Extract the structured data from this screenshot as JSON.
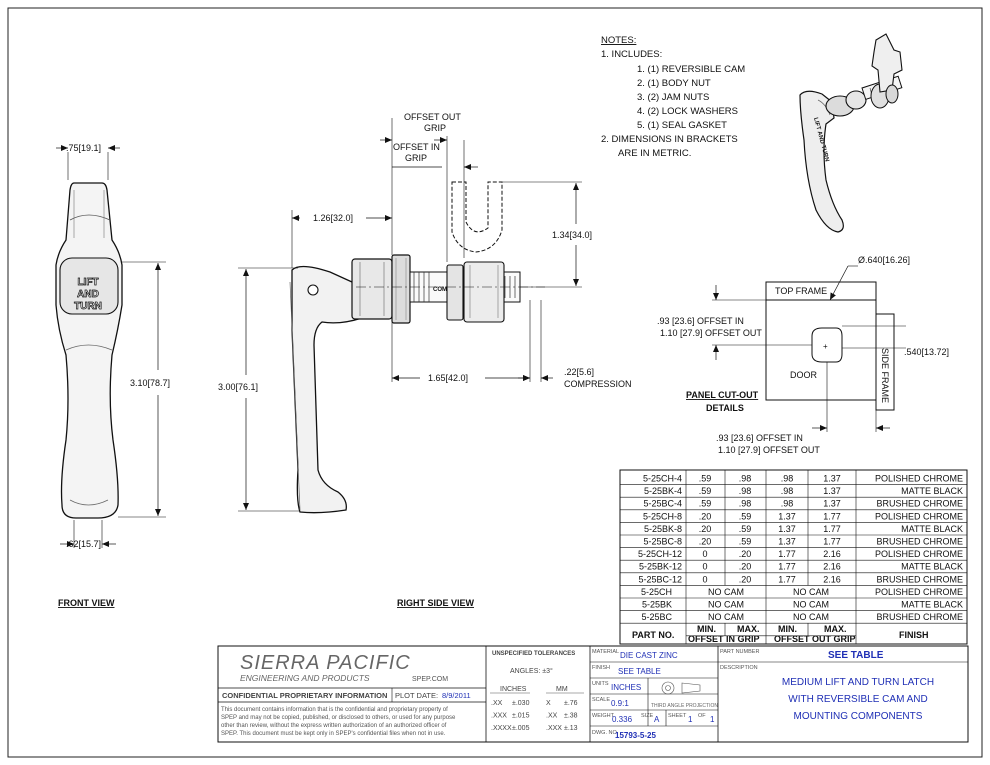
{
  "notes": {
    "title": "NOTES:",
    "item1": "1.  INCLUDES:",
    "sub": [
      "1.  (1) REVERSIBLE CAM",
      "2.  (1) BODY NUT",
      "3.  (2) JAM NUTS",
      "4.  (2) LOCK WASHERS",
      "5.  (1) SEAL GASKET"
    ],
    "item2a": "2.  DIMENSIONS IN BRACKETS",
    "item2b": "ARE IN METRIC."
  },
  "front_view": {
    "label": "FRONT VIEW",
    "dim_top": ".75[19.1]",
    "dim_height": "3.10[78.7]",
    "dim_bottom": ".62[15.7]",
    "engraving": [
      "LIFT",
      "AND",
      "TURN"
    ]
  },
  "side_view": {
    "label": "RIGHT SIDE VIEW",
    "offset_out": [
      "OFFSET OUT",
      "GRIP"
    ],
    "offset_in": [
      "OFFSET IN",
      "GRIP"
    ],
    "dim_126": "1.26[32.0]",
    "dim_134": "1.34[34.0]",
    "dim_300": "3.00[76.1]",
    "dim_165": "1.65[42.0]",
    "dim_22": ".22[5.6]",
    "compression": "COMPRESSION",
    "com": "COM"
  },
  "cutout": {
    "dia": "Ø.640[16.26]",
    "top_frame": "TOP FRAME",
    "side_frame": "SIDE FRAME",
    "door": "DOOR",
    "offset_left": [
      ".93 [23.6] OFFSET IN",
      "1.10 [27.9] OFFSET OUT"
    ],
    "dim_540": ".540[13.72]",
    "title": "PANEL CUT-OUT",
    "details": "DETAILS",
    "offset_bottom": [
      ".93 [23.6] OFFSET IN",
      "1.10 [27.9] OFFSET OUT"
    ]
  },
  "iso_engraving": "LIFT AND TURN",
  "parts_table": {
    "rows": [
      [
        "5-25CH-4",
        ".59",
        ".98",
        ".98",
        "1.37",
        "POLISHED CHROME"
      ],
      [
        "5-25BK-4",
        ".59",
        ".98",
        ".98",
        "1.37",
        "MATTE BLACK"
      ],
      [
        "5-25BC-4",
        ".59",
        ".98",
        ".98",
        "1.37",
        "BRUSHED CHROME"
      ],
      [
        "5-25CH-8",
        ".20",
        ".59",
        "1.37",
        "1.77",
        "POLISHED CHROME"
      ],
      [
        "5-25BK-8",
        ".20",
        ".59",
        "1.37",
        "1.77",
        "MATTE BLACK"
      ],
      [
        "5-25BC-8",
        ".20",
        ".59",
        "1.37",
        "1.77",
        "BRUSHED CHROME"
      ],
      [
        "5-25CH-12",
        "0",
        ".20",
        "1.77",
        "2.16",
        "POLISHED CHROME"
      ],
      [
        "5-25BK-12",
        "0",
        ".20",
        "1.77",
        "2.16",
        "MATTE BLACK"
      ],
      [
        "5-25BC-12",
        "0",
        ".20",
        "1.77",
        "2.16",
        "BRUSHED CHROME"
      ]
    ],
    "nocam_rows": [
      [
        "5-25CH",
        "NO CAM",
        "NO CAM",
        "POLISHED CHROME"
      ],
      [
        "5-25BK",
        "NO CAM",
        "NO CAM",
        "MATTE BLACK"
      ],
      [
        "5-25BC",
        "NO CAM",
        "NO CAM",
        "BRUSHED CHROME"
      ]
    ],
    "header": {
      "part_no": "PART NO.",
      "min": "MIN.",
      "max": "MAX.",
      "offset_in": "OFFSET IN GRIP",
      "offset_out": "OFFSET OUT GRIP",
      "finish": "FINISH"
    }
  },
  "title_block": {
    "company": "SIERRA PACIFIC",
    "company_sub": "ENGINEERING AND PRODUCTS",
    "website": "SPEP.COM",
    "confidential": "CONFIDENTIAL PROPRIETARY INFORMATION",
    "plot_date_label": "PLOT DATE:",
    "plot_date": "8/9/2011",
    "disclaimer": [
      "This document contains information that is the confidential and proprietary property of",
      "SPEP and may not be copied, published, or disclosed to others, or used for any purpose",
      "other than review, without the express written authorization of an authorized officer of",
      "SPEP. This document must be kept only in SPEP's confidential files when not in use."
    ],
    "tolerances_title": "UNSPECIFIED TOLERANCES",
    "angles": "ANGLES: ±3°",
    "inches_h": "INCHES",
    "mm_h": "MM",
    "tol_rows": [
      [
        ".XX",
        "±.030",
        "X",
        "±.76"
      ],
      [
        ".XXX",
        "±.015",
        ".XX",
        "±.38"
      ],
      [
        ".XXXX",
        "±.005",
        ".XXX",
        "±.13"
      ]
    ],
    "material_label": "MATERIAL",
    "material": "DIE CAST ZINC",
    "finish_label": "FINISH",
    "finish": "SEE TABLE",
    "units_label": "UNITS",
    "units": "INCHES",
    "scale_label": "SCALE",
    "scale": "0.9:1",
    "projection": "THIRD ANGLE PROJECTION",
    "weight_label": "WEIGHT",
    "weight": "0.336",
    "size_label": "SIZE",
    "size": "A",
    "sheet_label": "SHEET",
    "sheet": "1",
    "of_label": "OF",
    "of": "1",
    "dwg_label": "DWG. NO.",
    "dwg": "15793-5-25",
    "part_number_label": "PART NUMBER",
    "part_number": "SEE TABLE",
    "description_label": "DESCRIPTION",
    "description": [
      "MEDIUM LIFT AND TURN LATCH",
      "WITH REVERSIBLE CAM AND",
      "MOUNTING COMPONENTS"
    ]
  }
}
